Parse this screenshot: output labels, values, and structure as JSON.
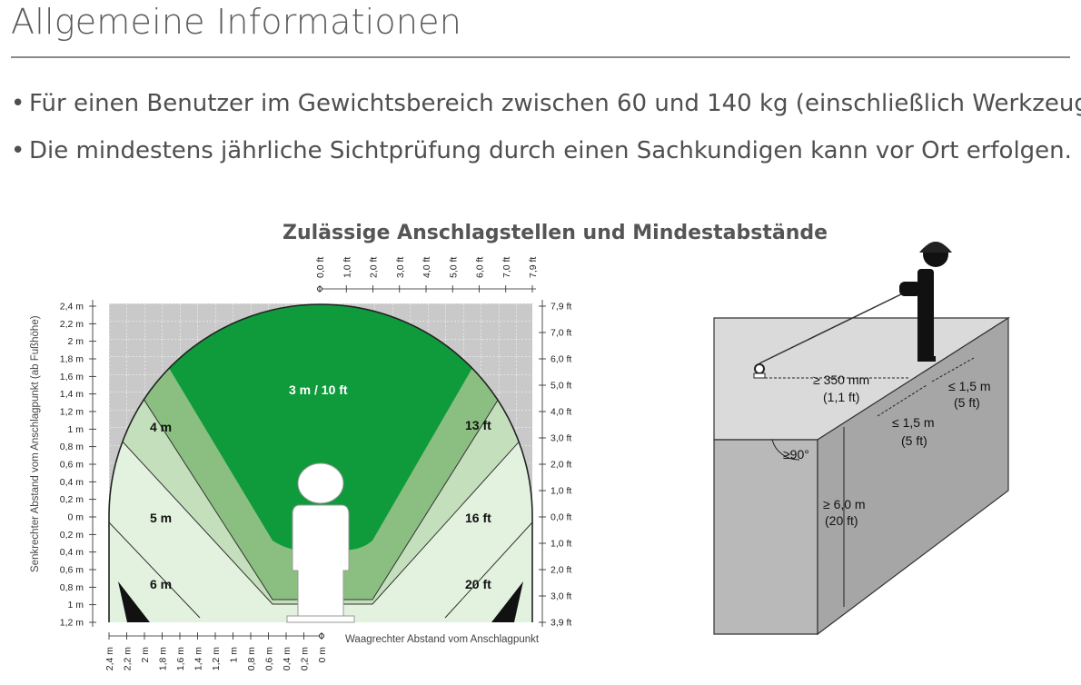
{
  "header": {
    "title": "Allgemeine Informationen",
    "bullets": [
      "Für einen Benutzer im Gewichtsbereich zwischen 60 und 140 kg (einschließlich Werkzeug).",
      "Die mindestens jährliche Sichtprüfung durch einen Sachkundigen kann vor Ort erfolgen."
    ]
  },
  "diagram": {
    "title": "Zulässige Anschlagstellen und Mindestabstände",
    "y_axis_title": "Senkrechter Abstand vom Anschlagpunkt (ab Fußhöhe)",
    "x_axis_title": "Waagrechter Abstand vom Anschlagpunkt",
    "left_ticks_m": [
      "2,4 m",
      "2,2 m",
      "2 m",
      "1,8 m",
      "1,6 m",
      "1,4 m",
      "1,2 m",
      "1 m",
      "0,8 m",
      "0,6 m",
      "0,4 m",
      "0,2 m",
      "0 m",
      "0,2 m",
      "0,4 m",
      "0,6 m",
      "0,8 m",
      "1 m",
      "1,2 m"
    ],
    "right_ticks_ft": [
      "7,9 ft",
      "7,0 ft",
      "6,0 ft",
      "5,0 ft",
      "4,0 ft",
      "3,0 ft",
      "2,0 ft",
      "1,0 ft",
      "0,0 ft",
      "1,0 ft",
      "2,0 ft",
      "3,0 ft",
      "3,9 ft"
    ],
    "top_ticks_ft": [
      "0,0 ft",
      "1,0 ft",
      "2,0 ft",
      "3,0 ft",
      "4,0 ft",
      "5,0 ft",
      "6,0 ft",
      "7,0 ft",
      "7,9 ft"
    ],
    "bottom_ticks_m": [
      "2,4 m",
      "2,2 m",
      "2 m",
      "1,8 m",
      "1,6 m",
      "1,4 m",
      "1,2 m",
      "1 m",
      "0,8 m",
      "0,6 m",
      "0,4 m",
      "0,2 m",
      "0 m"
    ],
    "zones": {
      "top": "3 m / 10 ft",
      "left": [
        "4 m",
        "5 m",
        "6 m"
      ],
      "right": [
        "13 ft",
        "16 ft",
        "20 ft"
      ]
    },
    "colors": {
      "zone1": "#0f9a3c",
      "zone2": "#8bbf81",
      "zone3": "#c3dfbb",
      "zone4": "#e3f1df",
      "grid_bg": "#c9c9c9"
    }
  },
  "illustration": {
    "dim_distance": "≥ 350 mm",
    "dim_distance_ft": "(1,1 ft)",
    "dim_edge1": "≤ 1,5 m",
    "dim_edge1_ft": "(5 ft)",
    "dim_edge2": "≤ 1,5 m",
    "dim_edge2_ft": "(5 ft)",
    "angle": "≥90°",
    "height": "≥ 6,0 m",
    "height_ft": "(20 ft)"
  }
}
